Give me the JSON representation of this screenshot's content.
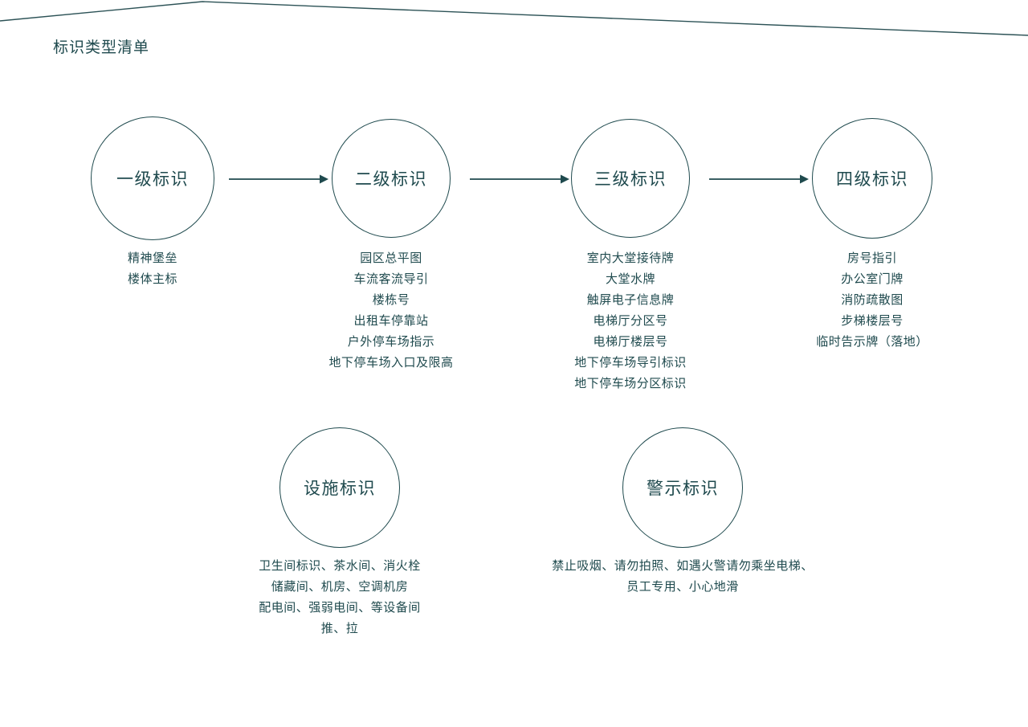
{
  "page": {
    "title": "标识类型清单",
    "accent_color": "#1f4a4e",
    "background_color": "#ffffff"
  },
  "flow": {
    "nodes": [
      {
        "id": "level-1",
        "label": "一级标识"
      },
      {
        "id": "level-2",
        "label": "二级标识"
      },
      {
        "id": "level-3",
        "label": "三级标识"
      },
      {
        "id": "level-4",
        "label": "四级标识"
      }
    ],
    "arrows": [
      {
        "id": "arrow-1",
        "from": "一级标识",
        "to": "二级标识"
      },
      {
        "id": "arrow-2",
        "from": "二级标识",
        "to": "三级标识"
      },
      {
        "id": "arrow-3",
        "from": "三级标识",
        "to": "四级标识"
      }
    ],
    "lists": {
      "level-1": [
        "精神堡垒",
        "楼体主标"
      ],
      "level-2": [
        "园区总平图",
        "车流客流导引",
        "楼栋号",
        "出租车停靠站",
        "户外停车场指示",
        "地下停车场入口及限高"
      ],
      "level-3": [
        "室内大堂接待牌",
        "大堂水牌",
        "触屏电子信息牌",
        "电梯厅分区号",
        "电梯厅楼层号",
        "地下停车场导引标识",
        "地下停车场分区标识"
      ],
      "level-4": [
        "房号指引",
        "办公室门牌",
        "消防疏散图",
        "步梯楼层号",
        "临时告示牌（落地）"
      ]
    }
  },
  "secondary": {
    "nodes": [
      {
        "id": "facility",
        "label": "设施标识"
      },
      {
        "id": "warning",
        "label": "警示标识"
      }
    ],
    "lists": {
      "facility": [
        "卫生间标识、茶水间、消火栓",
        "储藏间、机房、空调机房",
        "配电间、强弱电间、等设备间",
        "推、拉"
      ],
      "warning": [
        "禁止吸烟、请勿拍照、如遇火警请勿乘坐电梯、",
        "员工专用、小心地滑"
      ]
    }
  }
}
